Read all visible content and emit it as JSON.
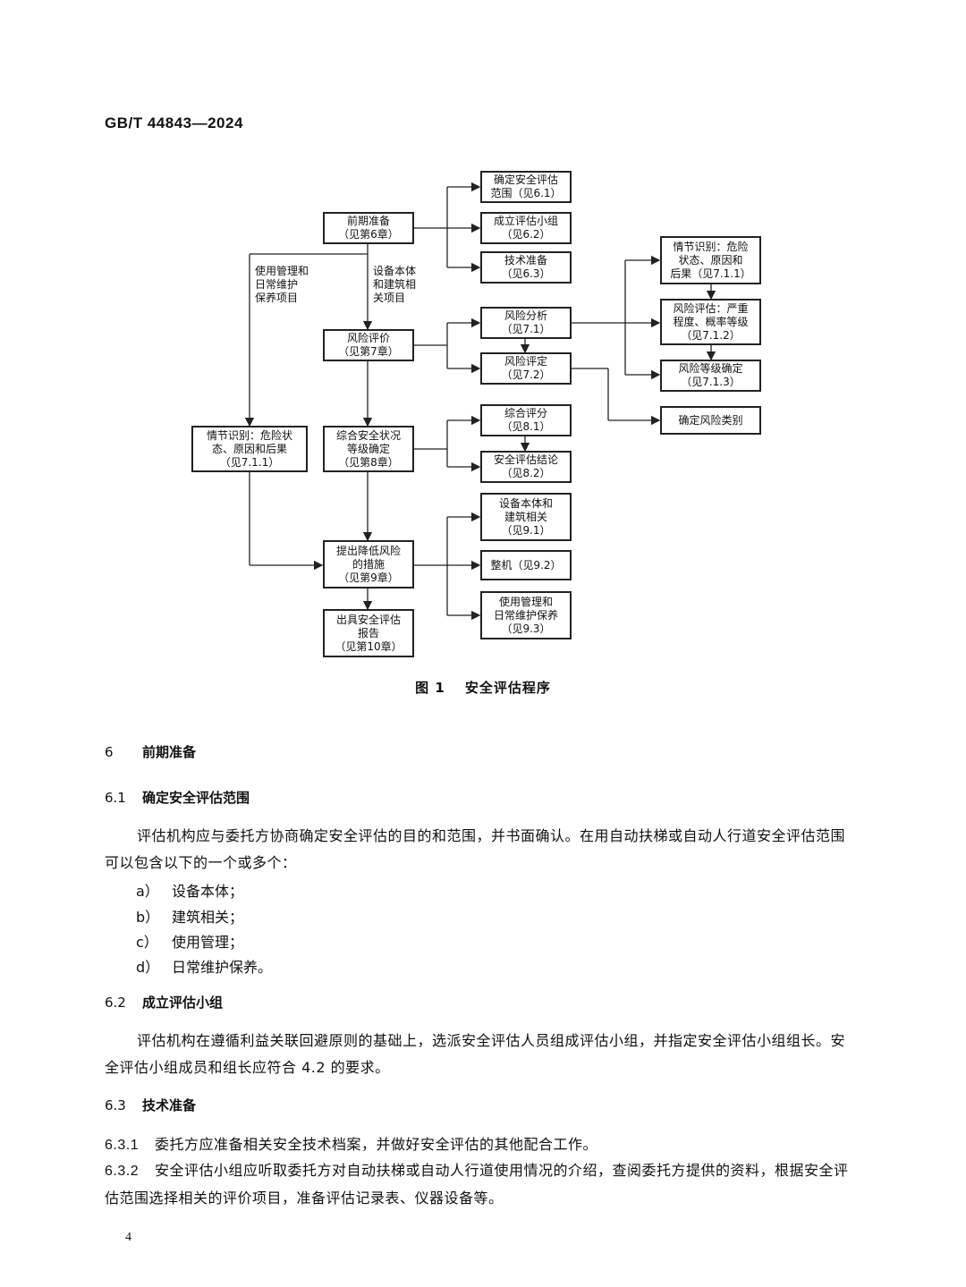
{
  "header": {
    "standard_code": "GB/T 44843—2024"
  },
  "diagram": {
    "boxes": {
      "prep": "前期准备\n（见第6章）",
      "scope": "确定安全评估\n范围（见6.1）",
      "team": "成立评估小组\n（见6.2）",
      "tech": "技术准备\n（见6.3）",
      "risk_eval": "风险评价\n（见第7章）",
      "risk_analysis": "风险分析\n（见7.1）",
      "risk_rating": "风险评定\n（见7.2）",
      "scenario_right": "情节识别：危险\n状态、原因和\n后果（见7.1.1）",
      "risk_estimate": "风险评估：严重\n程度、概率等级\n（见7.1.2）",
      "risk_level": "风险等级确定\n（见7.1.3）",
      "risk_type": "确定风险类别",
      "scenario_left": "情节识别：危险状\n态、原因和后果\n（见7.1.1）",
      "overall": "综合安全状况\n等级确定\n（见第8章）",
      "score": "综合评分\n（见8.1）",
      "conclusion": "安全评估结论\n（见8.2）",
      "measures": "提出降低风险\n的措施\n（见第9章）",
      "equip_related": "设备本体和\n建筑相关\n（见9.1）",
      "whole": "整机（见9.2）",
      "use_mgmt": "使用管理和\n日常维护保养\n（见9.3）",
      "report": "出具安全评估\n报告\n（见第10章）"
    },
    "labels": {
      "left_branch": "使用管理和\n日常维护\n保养项目",
      "mid_branch": "设备本体\n和建筑相\n关项目"
    }
  },
  "figure": {
    "number": "图 1",
    "title": "安全评估程序"
  },
  "sections": {
    "s6": {
      "num": "6",
      "title": "前期准备"
    },
    "s61": {
      "num": "6.1",
      "title": "确定安全评估范围",
      "para": "评估机构应与委托方协商确定安全评估的目的和范围，并书面确认。在用自动扶梯或自动人行道安全评估范围可以包含以下的一个或多个：",
      "items": [
        {
          "marker": "a）",
          "text": "设备本体；"
        },
        {
          "marker": "b）",
          "text": "建筑相关；"
        },
        {
          "marker": "c）",
          "text": "使用管理；"
        },
        {
          "marker": "d）",
          "text": "日常维护保养。"
        }
      ]
    },
    "s62": {
      "num": "6.2",
      "title": "成立评估小组",
      "para": "评估机构在遵循利益关联回避原则的基础上，选派安全评估人员组成评估小组，并指定安全评估小组组长。安全评估小组成员和组长应符合 4.2 的要求。"
    },
    "s63": {
      "num": "6.3",
      "title": "技术准备",
      "p1_num": "6.3.1",
      "p1": "委托方应准备相关安全技术档案，并做好安全评估的其他配合工作。",
      "p2_num": "6.3.2",
      "p2": "安全评估小组应听取委托方对自动扶梯或自动人行道使用情况的介绍，查阅委托方提供的资料，根据安全评估范围选择相关的评价项目，准备评估记录表、仪器设备等。"
    }
  },
  "footer": {
    "page_number": "4"
  }
}
